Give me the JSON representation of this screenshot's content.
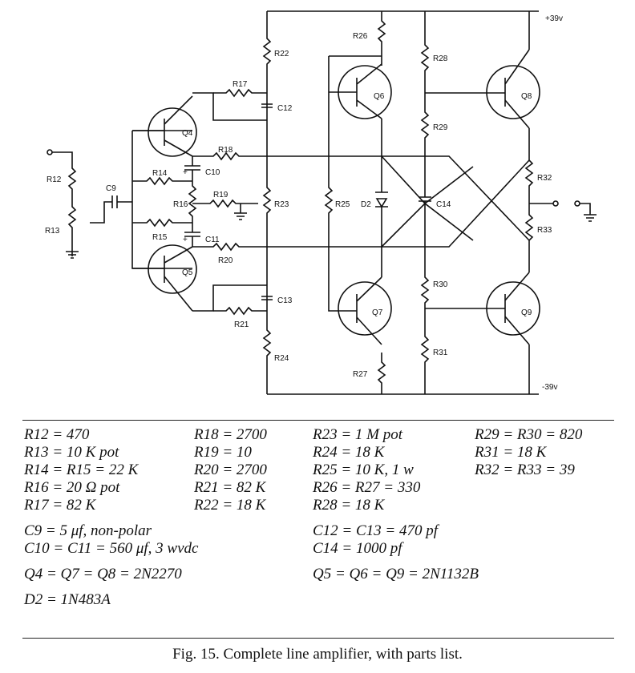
{
  "schematic": {
    "supply_pos": "+39v",
    "supply_neg": "-39v",
    "labels": {
      "q4": "Q4",
      "q5": "Q5",
      "q6": "Q6",
      "q7": "Q7",
      "q8": "Q8",
      "q9": "Q9",
      "r12": "R12",
      "r13": "R13",
      "r14": "R14",
      "r15": "R15",
      "r16": "R16",
      "r17": "R17",
      "r18": "R18",
      "r19": "R19",
      "r20": "R20",
      "r21": "R21",
      "r22": "R22",
      "r23": "R23",
      "r24": "R24",
      "r25": "R25",
      "r26": "R26",
      "r27": "R27",
      "r28": "R28",
      "r29": "R29",
      "r30": "R30",
      "r31": "R31",
      "r32": "R32",
      "r33": "R33",
      "c9": "C9",
      "c10": "C10",
      "c11": "C11",
      "c12": "C12",
      "c13": "C13",
      "c14": "C14",
      "d2": "D2",
      "plus": "+"
    }
  },
  "parts": {
    "resistors": [
      [
        "R12 = 470",
        "R18 = 2700",
        "R23 = 1 M pot",
        "R29 = R30 = 820"
      ],
      [
        "R13 = 10 K pot",
        "R19 = 10",
        "R24 = 18 K",
        "R31 = 18 K"
      ],
      [
        "R14 = R15 = 22 K",
        "R20 = 2700",
        "R25 = 10 K, 1 w",
        "R32 = R33 = 39"
      ],
      [
        "R16 = 20 Ω pot",
        "R21 = 82 K",
        "R26 = R27 = 330",
        ""
      ],
      [
        "R17 = 82 K",
        "R22 = 18 K",
        "R28 = 18 K",
        ""
      ]
    ],
    "capacitors": [
      [
        "C9 = 5 μf, non-polar",
        "C12 = C13 = 470 pf"
      ],
      [
        "C10 = C11 = 560 μf, 3 wvdc",
        "C14 = 1000 pf"
      ]
    ],
    "transistors": [
      "Q4 = Q7 = Q8 = 2N2270",
      "Q5 = Q6 = Q9 = 2N1132B"
    ],
    "diode": "D2 = 1N483A"
  },
  "caption": "Fig. 15. Complete line amplifier, with parts list."
}
